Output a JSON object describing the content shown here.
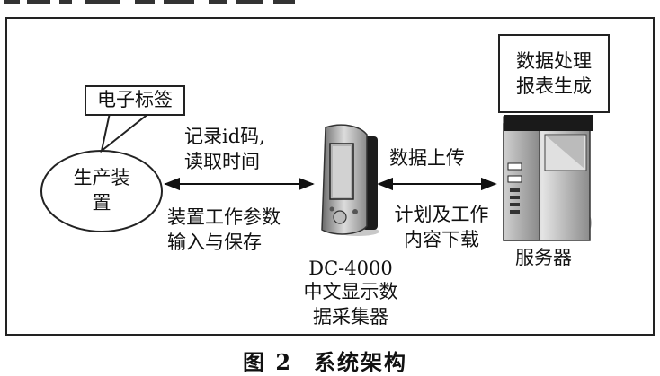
{
  "diagram": {
    "tag_label": "电子标签",
    "production_device": "生产装\n置",
    "record_read": "记录id码,\n读取时间",
    "param_io": "装置工作参数\n输入与保存",
    "collector_model": "DC-4000",
    "collector_name": "中文显示数\n据采集器",
    "upload": "数据上传",
    "download": "计划及工作\n内容下载",
    "server_note": "数据处理\n报表生成",
    "server": "服务器"
  },
  "caption": {
    "figure_no": "图 2",
    "title": "系统架构"
  }
}
